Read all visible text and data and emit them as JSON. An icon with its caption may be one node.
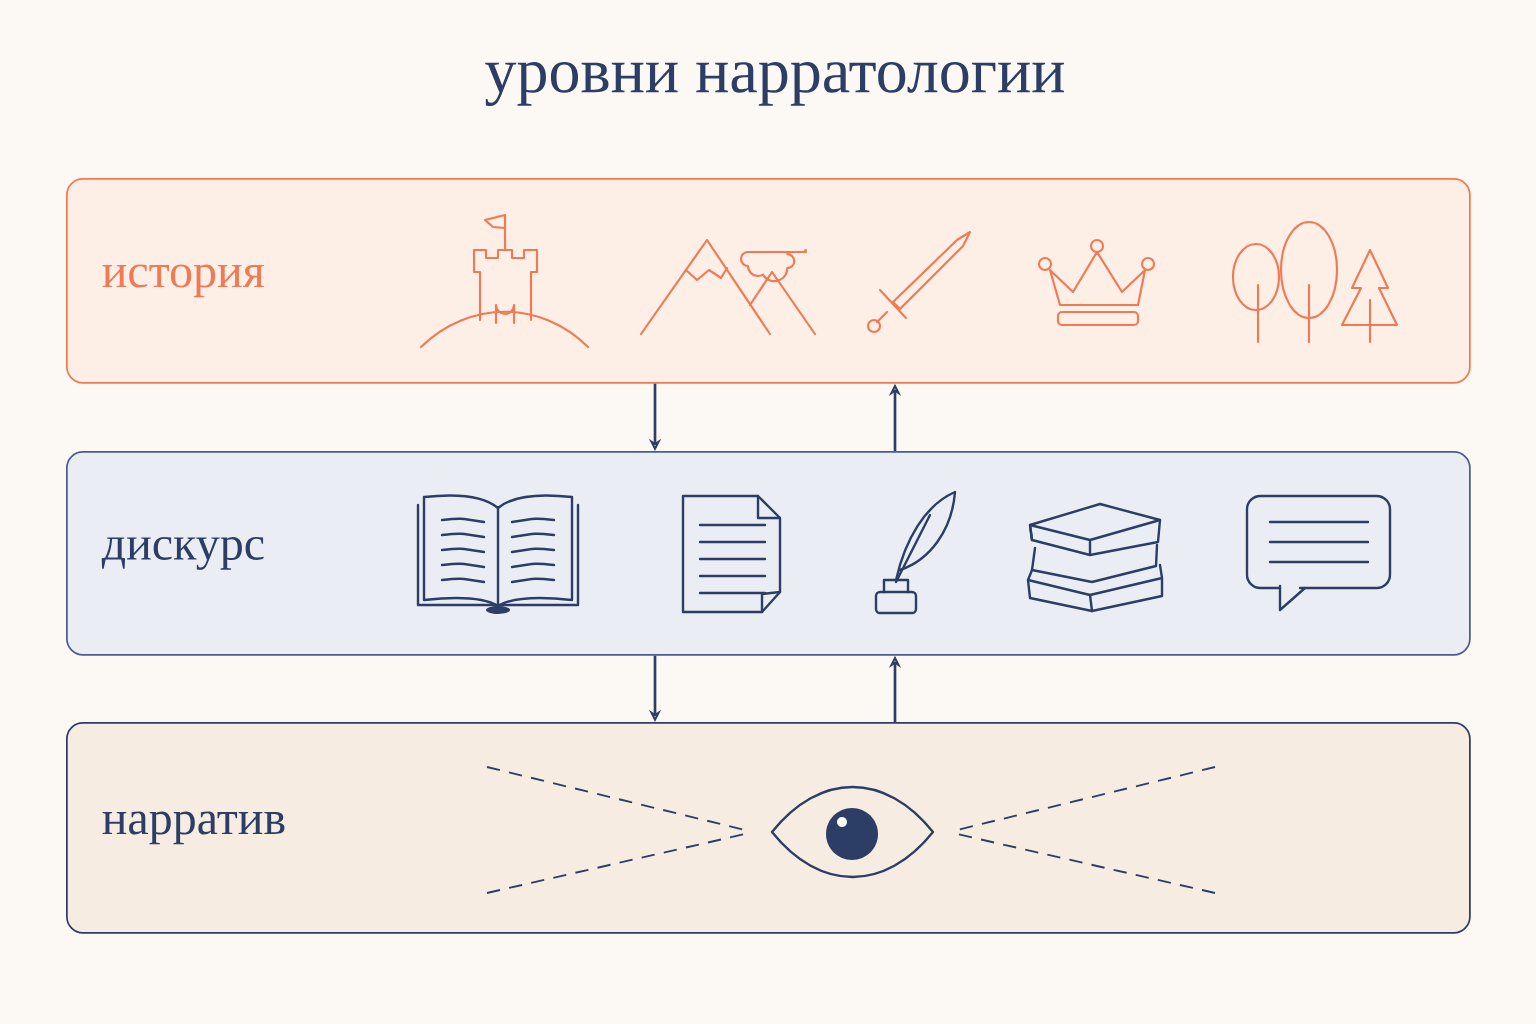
{
  "diagram": {
    "title": "уровни нарратологии",
    "nodes": [
      {
        "text": [
          "история"
        ]
      },
      {
        "text": [
          "дискурс"
        ]
      },
      {
        "text": [
          "нарратив"
        ]
      }
    ],
    "edges": [
      {
        "from": 0,
        "to": 1,
        "arrow": "to"
      },
      {
        "from": 1,
        "to": 0,
        "arrow": "to"
      },
      {
        "from": 1,
        "to": 2,
        "arrow": "to"
      },
      {
        "from": 2,
        "to": 1,
        "arrow": "to"
      }
    ]
  }
}
